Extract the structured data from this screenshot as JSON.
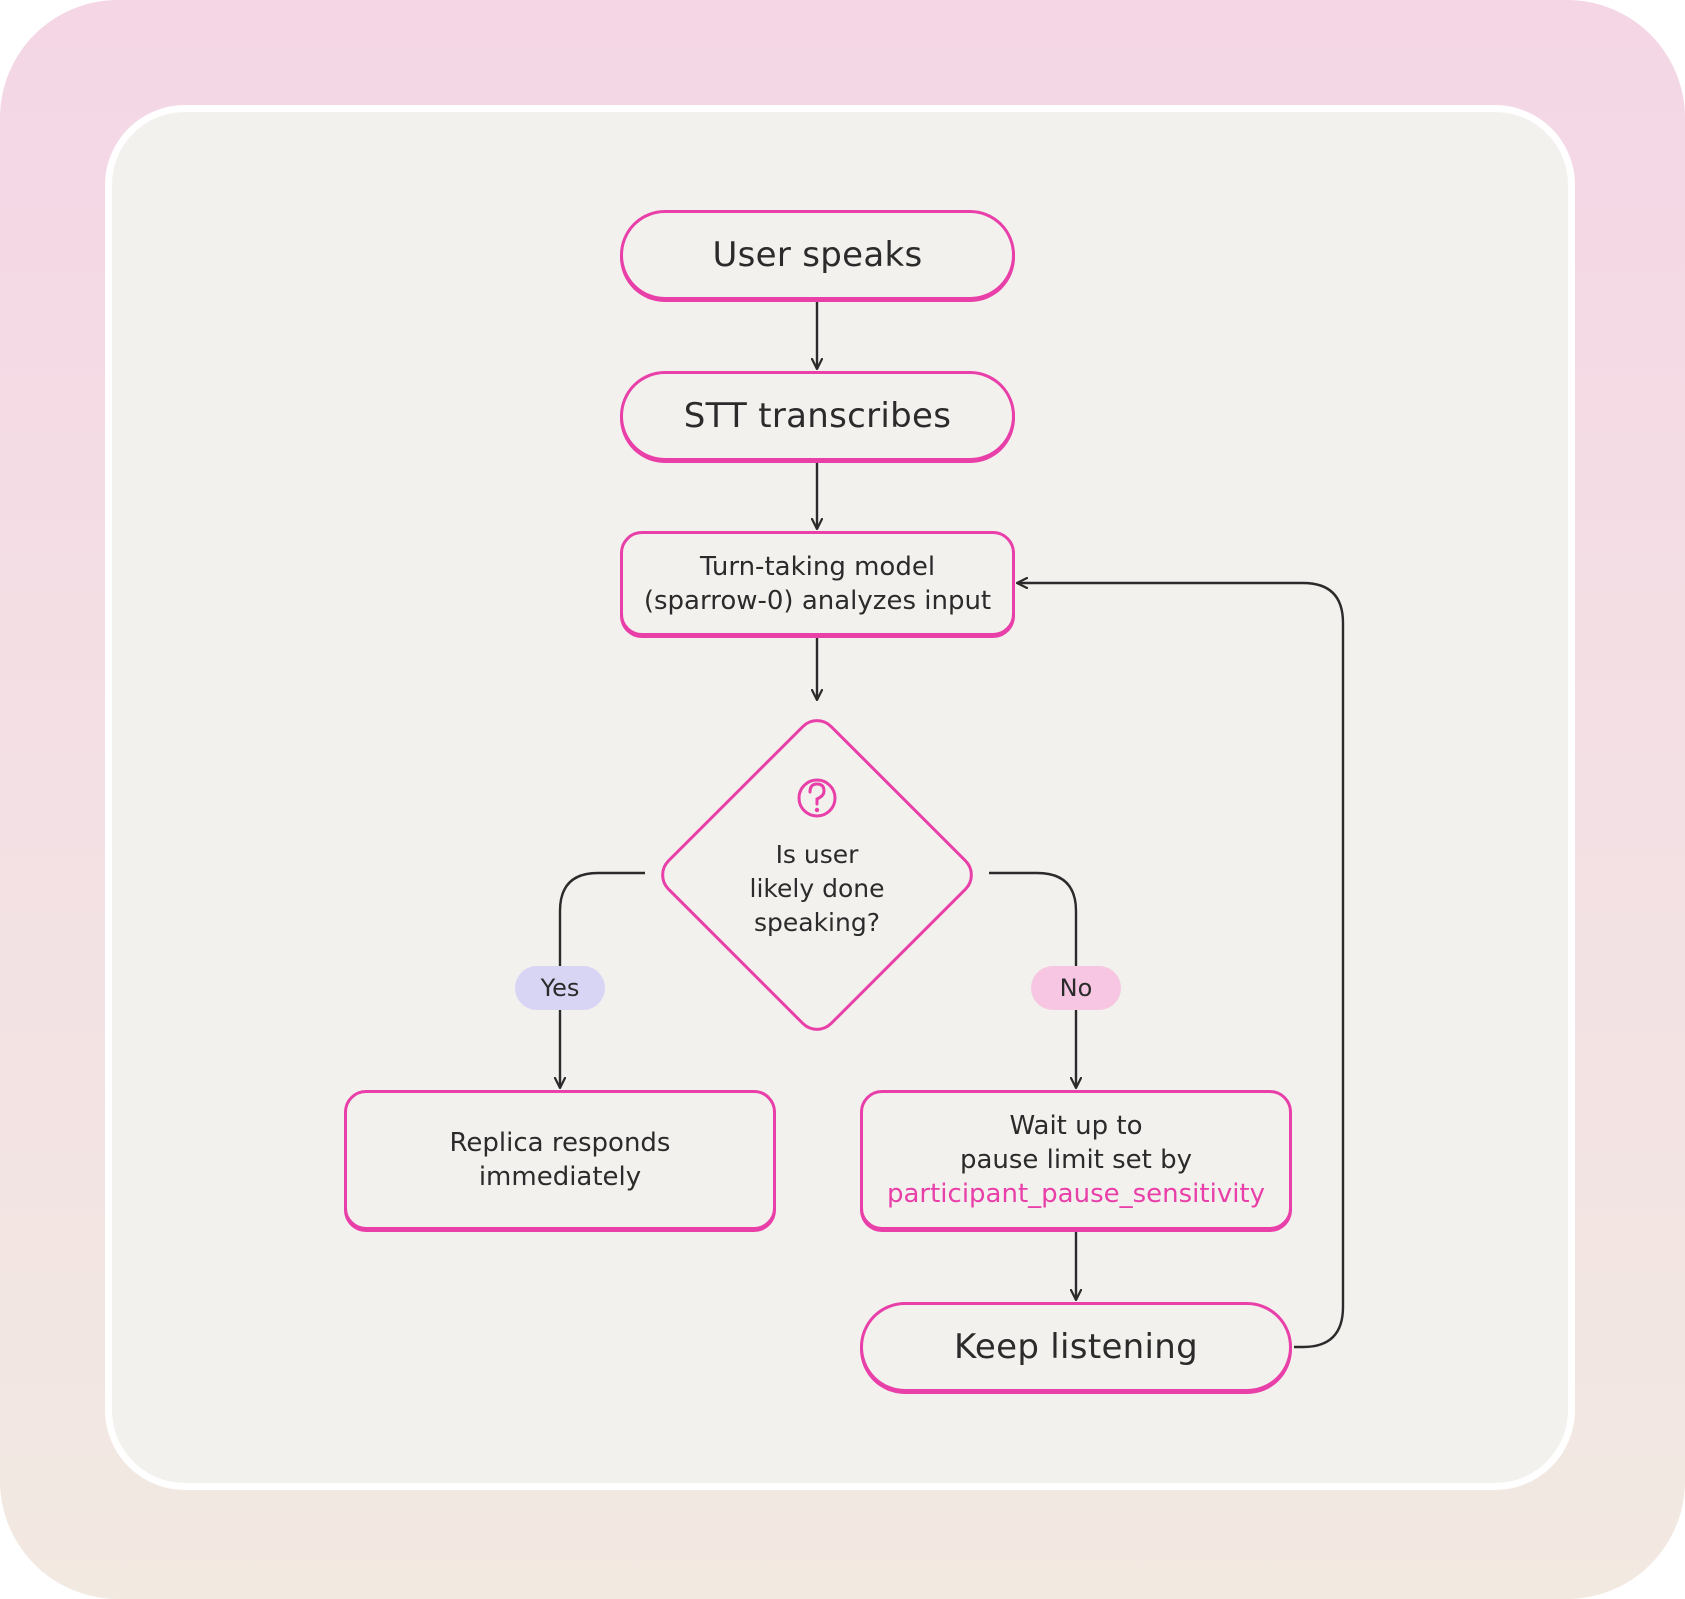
{
  "nodes": {
    "user_speaks": "User speaks",
    "stt_transcribes": "STT transcribes",
    "turn_taking_line1": "Turn-taking model",
    "turn_taking_line2": "(sparrow-0) analyzes input",
    "decision_line1": "Is user",
    "decision_line2": "likely done",
    "decision_line3": "speaking?",
    "replica_line1": "Replica responds",
    "replica_line2": "immediately",
    "wait_line1": "Wait up to",
    "wait_line2": "pause limit set by",
    "wait_param": "participant_pause_sensitivity",
    "keep_listening": "Keep listening"
  },
  "branches": {
    "yes": "Yes",
    "no": "No"
  },
  "icons": {
    "decision_icon": "question-circle-icon"
  },
  "colors": {
    "accent": "#e83fa8",
    "yes_badge": "#d8d4f4",
    "no_badge": "#f6c6e2",
    "line": "#2b2b2b",
    "panel": "#f3f1ee"
  }
}
